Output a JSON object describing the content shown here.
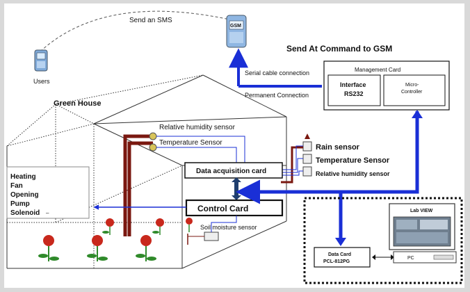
{
  "labels": {
    "send_sms": "Send an SMS",
    "users": "Users",
    "gsm": "GSM",
    "send_at": "Send At Command to  GSM",
    "serial_cable": "Serial cable connection",
    "permanent": "Permanent Connection",
    "management_card": "Management Card",
    "interface_line1": "Interface",
    "interface_line2": "RS232",
    "micro_line1": "Micro-",
    "micro_line2": "Controller",
    "green_house": "Green House",
    "rel_humidity_inside": "Relative humidity sensor",
    "temp_inside": "Temperature Sensor",
    "rain": "Rain sensor",
    "temp_outside": "Temperature Sensor",
    "rel_humidity_outside": "Relative humidity sensor",
    "data_acq": "Data acquisition card",
    "control_card": "Control Card",
    "soil": "Soil moisture sensor",
    "actuators": [
      "Heating",
      "Fan",
      "Opening",
      "Pump",
      "Solenoid"
    ],
    "actuator_tail": "–",
    "lab_view": "Lab VIEW",
    "data_card_line1": "Data Card",
    "data_card_line2": "PCL-812PG",
    "pc": "PC"
  },
  "colors": {
    "arrow_blue": "#1a2fd6",
    "pipe_red": "#7a1810",
    "flower_red": "#c8281c",
    "leaf_green": "#2f8a2a",
    "sensor_yellow": "#d8c45a",
    "frame_gray": "#d9d9d9"
  },
  "icons": [
    "phone-icon",
    "gsm-modem-icon",
    "pc-icon",
    "flower-icon",
    "sensor-icon"
  ]
}
